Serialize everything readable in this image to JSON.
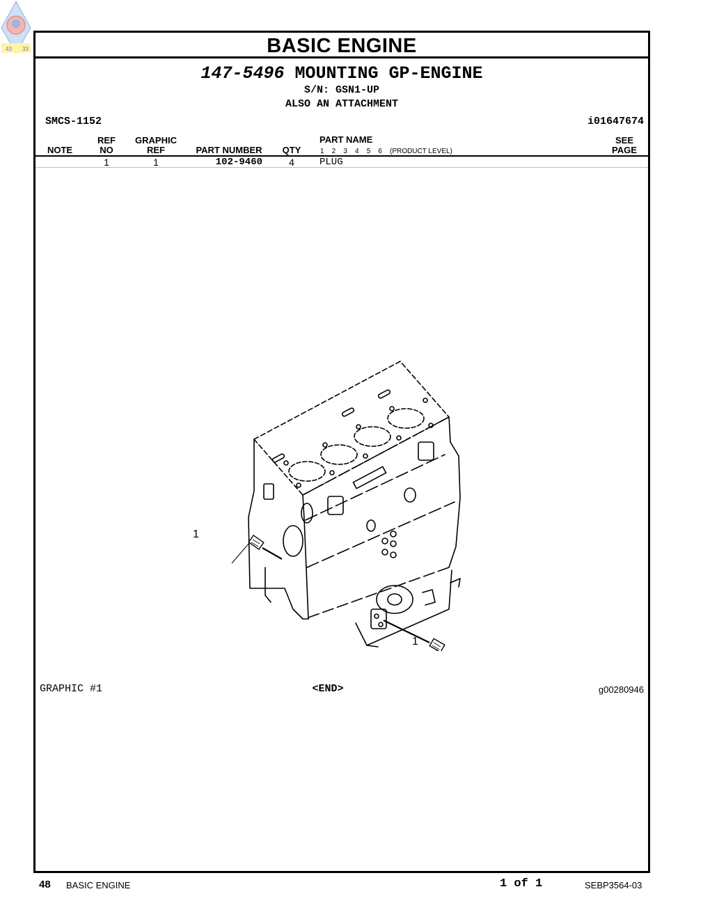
{
  "header": {
    "title": "BASIC  ENGINE",
    "group_number": "147-5496",
    "group_name": "MOUNTING GP-ENGINE",
    "serial": "S/N: GSN1-UP",
    "also": "ALSO AN ATTACHMENT",
    "smcs": "SMCS-1152",
    "info_id": "i01647674"
  },
  "columns": {
    "note": "NOTE",
    "ref_no_1": "REF",
    "ref_no_2": "NO",
    "graphic_ref_1": "GRAPHIC",
    "graphic_ref_2": "REF",
    "part_number": "PART NUMBER",
    "qty": "QTY",
    "part_name": "PART NAME",
    "levels": "1    2    3    4    5    6    (PRODUCT LEVEL)",
    "see_page_1": "SEE",
    "see_page_2": "PAGE"
  },
  "rows": [
    {
      "note": "",
      "ref_no": "1",
      "graphic_ref": "1",
      "part_number": "102-9460",
      "qty": "4",
      "part_name": "PLUG",
      "see_page": ""
    }
  ],
  "graphic": {
    "callouts": [
      "1",
      "1"
    ],
    "label": "GRAPHIC #1",
    "end": "<END>",
    "graphic_id": "g00280946"
  },
  "footer": {
    "page_number": "48",
    "section": "BASIC ENGINE",
    "page_of": "1 of 1",
    "doc_number": "SEBP3564-03"
  },
  "logo": {
    "left_number": "43",
    "right_number": "33"
  }
}
